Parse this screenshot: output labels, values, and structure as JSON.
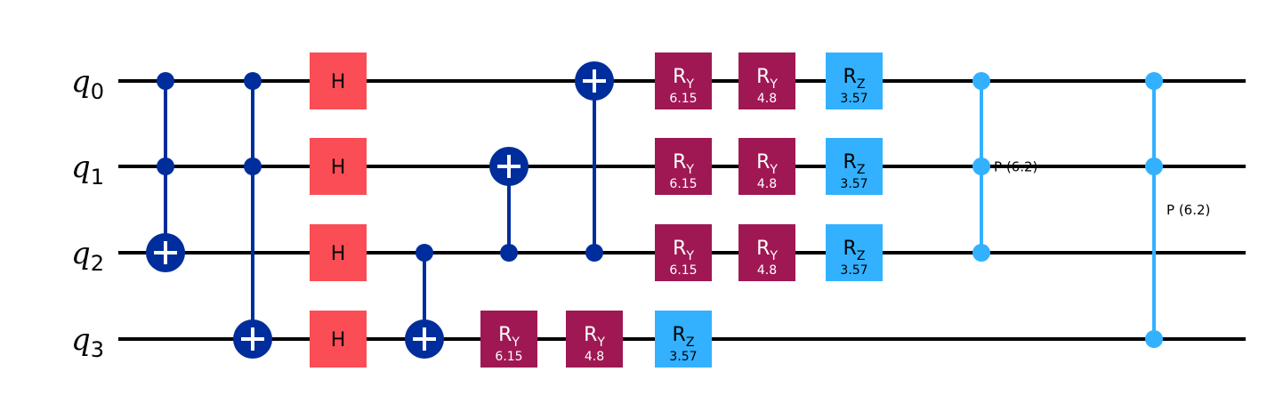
{
  "qubits": [
    {
      "letter": "q",
      "index": "0"
    },
    {
      "letter": "q",
      "index": "1"
    },
    {
      "letter": "q",
      "index": "2"
    },
    {
      "letter": "q",
      "index": "3"
    }
  ],
  "colors": {
    "wire": "#000000",
    "control": "#002d9c",
    "h_gate": "#fa4d56",
    "ry_gate": "#9f1853",
    "rz_gate": "#33b1ff",
    "phase": "#33b1ff"
  },
  "gates": [
    {
      "type": "toffoli",
      "column": 0,
      "controls": [
        0,
        1
      ],
      "target": 2
    },
    {
      "type": "toffoli",
      "column": 1,
      "controls": [
        0,
        1
      ],
      "target": 3
    },
    {
      "type": "h",
      "column": 2,
      "qubit": 0,
      "label": "H"
    },
    {
      "type": "h",
      "column": 2,
      "qubit": 1,
      "label": "H"
    },
    {
      "type": "h",
      "column": 2,
      "qubit": 2,
      "label": "H"
    },
    {
      "type": "h",
      "column": 2,
      "qubit": 3,
      "label": "H"
    },
    {
      "type": "cx",
      "column": 3,
      "controls": [
        2
      ],
      "target": 3
    },
    {
      "type": "cx",
      "column": 4,
      "controls": [
        2
      ],
      "target": 1
    },
    {
      "type": "ry",
      "column": 4,
      "qubit": 3,
      "label": "R",
      "sub": "Y",
      "param": "6.15"
    },
    {
      "type": "cx",
      "column": 5,
      "controls": [
        2
      ],
      "target": 0
    },
    {
      "type": "ry",
      "column": 5,
      "qubit": 3,
      "label": "R",
      "sub": "Y",
      "param": "4.8"
    },
    {
      "type": "ry",
      "column": 6,
      "qubit": 0,
      "label": "R",
      "sub": "Y",
      "param": "6.15"
    },
    {
      "type": "ry",
      "column": 6,
      "qubit": 1,
      "label": "R",
      "sub": "Y",
      "param": "6.15"
    },
    {
      "type": "ry",
      "column": 6,
      "qubit": 2,
      "label": "R",
      "sub": "Y",
      "param": "6.15"
    },
    {
      "type": "rz",
      "column": 6,
      "qubit": 3,
      "label": "R",
      "sub": "Z",
      "param": "3.57"
    },
    {
      "type": "ry",
      "column": 7,
      "qubit": 0,
      "label": "R",
      "sub": "Y",
      "param": "4.8"
    },
    {
      "type": "ry",
      "column": 7,
      "qubit": 1,
      "label": "R",
      "sub": "Y",
      "param": "4.8"
    },
    {
      "type": "ry",
      "column": 7,
      "qubit": 2,
      "label": "R",
      "sub": "Y",
      "param": "4.8"
    },
    {
      "type": "rz",
      "column": 8,
      "qubit": 0,
      "label": "R",
      "sub": "Z",
      "param": "3.57"
    },
    {
      "type": "rz",
      "column": 8,
      "qubit": 1,
      "label": "R",
      "sub": "Z",
      "param": "3.57"
    },
    {
      "type": "rz",
      "column": 8,
      "qubit": 2,
      "label": "R",
      "sub": "Z",
      "param": "3.57"
    },
    {
      "type": "mcp",
      "column": 9,
      "qubits": [
        0,
        1,
        2
      ],
      "label": "P (6.2)"
    },
    {
      "type": "mcp",
      "column": 11,
      "qubits": [
        0,
        1,
        3
      ],
      "label": "P (6.2)"
    }
  ]
}
